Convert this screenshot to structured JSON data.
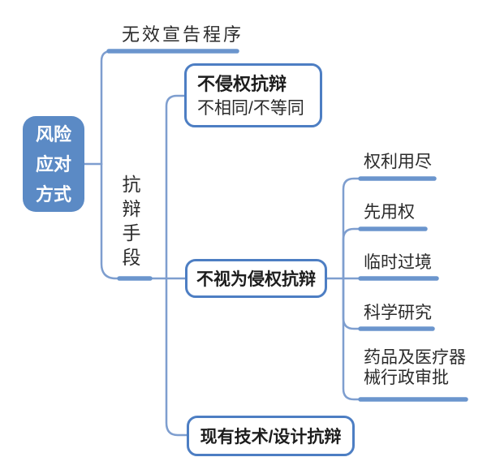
{
  "colors": {
    "root_fill": "#5b8ac5",
    "node_border": "#4d7ec3",
    "line_thin": "#7e9ecf",
    "line_thick": "#6b95cd",
    "text_dark": "#2b2b2b",
    "root_text": "#ffffff",
    "background": "#ffffff"
  },
  "diagram": {
    "type": "mindmap",
    "root": {
      "label": "风险应对方式",
      "lines": [
        "风险",
        "应对",
        "方式"
      ]
    },
    "branch_top": {
      "label": "无效宣告程序"
    },
    "branch_bottom": {
      "label": "抗辩手段"
    },
    "nodes": [
      {
        "title": "不侵权抗辩",
        "subtitle": "不相同/不等同"
      },
      {
        "title": "不视为侵权抗辩"
      },
      {
        "title": "现有技术/设计抗辩"
      }
    ],
    "leaves": [
      {
        "label": "权利用尽"
      },
      {
        "label": "先用权"
      },
      {
        "label": "临时过境"
      },
      {
        "label": "科学研究"
      },
      {
        "label": "药品及医疗器械行政审批"
      }
    ]
  }
}
